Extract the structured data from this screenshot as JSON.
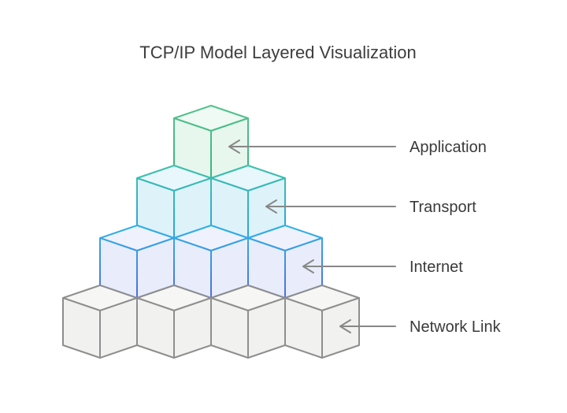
{
  "title": "TCP/IP Model Layered Visualization",
  "colors": {
    "background": "#ffffff",
    "title_text": "#3d3d3d",
    "label_text": "#3a3a3a",
    "arrow": "#888888"
  },
  "diagram": {
    "type": "isometric-cube-pyramid",
    "description": "Pyramid of isometric cubes, one row per TCP/IP layer; each row is pointed to by a left-facing arrow from its label",
    "layers_top_to_bottom": [
      {
        "label": "Application",
        "cubes": 1,
        "stroke_top": "#53c28e",
        "stroke_bottom": "#3cb27c",
        "fill_top": "#eefaf3",
        "fill_side": "#e7f7ee"
      },
      {
        "label": "Transport",
        "cubes": 2,
        "stroke_top": "#3ec1ab",
        "stroke_bottom": "#2aa4da",
        "fill_top": "#e7f7fc",
        "fill_side": "#def2fa"
      },
      {
        "label": "Internet",
        "cubes": 3,
        "stroke_top": "#30b3e6",
        "stroke_bottom": "#4e6ce2",
        "fill_top": "#eff2fd",
        "fill_side": "#e9edfb"
      },
      {
        "label": "Network Link",
        "cubes": 4,
        "stroke_top": "#8e8e8e",
        "stroke_bottom": "#8e8e8e",
        "fill_top": "#f6f6f5",
        "fill_side": "#f1f1ef"
      }
    ]
  }
}
